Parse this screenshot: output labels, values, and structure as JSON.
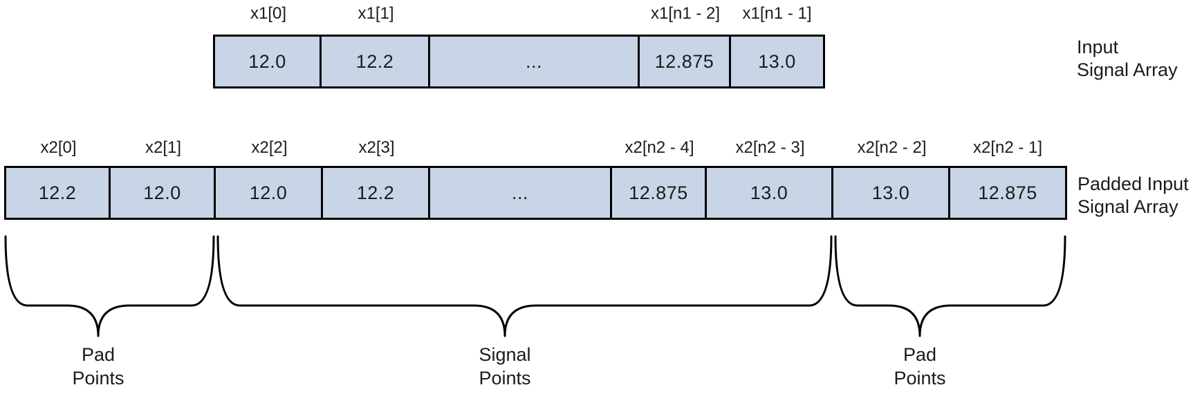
{
  "colors": {
    "cell_fill": "#c8d5e6",
    "line": "#000000"
  },
  "input_array": {
    "name_line1": "Input",
    "name_line2": "Signal Array",
    "cells": [
      {
        "index_label": "x1[0]",
        "value": "12.0"
      },
      {
        "index_label": "x1[1]",
        "value": "12.2"
      },
      {
        "index_label": "",
        "value": "..."
      },
      {
        "index_label": "x1[n1 - 2]",
        "value": "12.875"
      },
      {
        "index_label": "x1[n1 - 1]",
        "value": "13.0"
      }
    ]
  },
  "padded_array": {
    "name_line1": "Padded Input",
    "name_line2": "Signal Array",
    "cells": [
      {
        "index_label": "x2[0]",
        "value": "12.2"
      },
      {
        "index_label": "x2[1]",
        "value": "12.0"
      },
      {
        "index_label": "x2[2]",
        "value": "12.0"
      },
      {
        "index_label": "x2[3]",
        "value": "12.2"
      },
      {
        "index_label": "",
        "value": "..."
      },
      {
        "index_label": "x2[n2 - 4]",
        "value": "12.875"
      },
      {
        "index_label": "x2[n2 - 3]",
        "value": "13.0"
      },
      {
        "index_label": "x2[n2 - 2]",
        "value": "13.0"
      },
      {
        "index_label": "x2[n2 - 1]",
        "value": "12.875"
      }
    ]
  },
  "braces": [
    {
      "label_line1": "Pad",
      "label_line2": "Points"
    },
    {
      "label_line1": "Signal",
      "label_line2": "Points"
    },
    {
      "label_line1": "Pad",
      "label_line2": "Points"
    }
  ]
}
